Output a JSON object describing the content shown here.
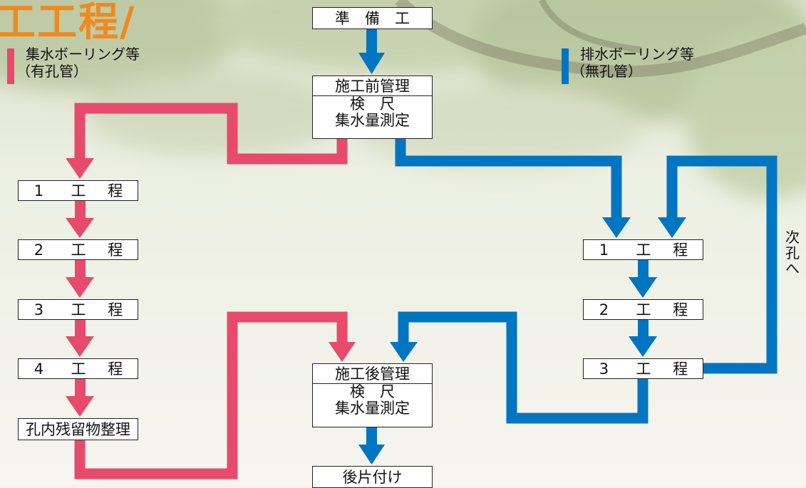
{
  "title_fragment": "工工程/",
  "colors": {
    "red": "#e84a6c",
    "blue": "#0075c2",
    "title": "#ef8a1e"
  },
  "legend": {
    "red": {
      "line1": "集水ボーリング等",
      "line2": "（有孔管）"
    },
    "blue": {
      "line1": "排水ボーリング等",
      "line2": "（無孔管）"
    }
  },
  "top": {
    "prep": "準　備　工"
  },
  "pre_mgmt": {
    "title": "施工前管理",
    "line1": "検　尺",
    "line2": "集水量測定"
  },
  "post_mgmt": {
    "title": "施工後管理",
    "line1": "検　尺",
    "line2": "集水量測定"
  },
  "cleanup": "後片付け",
  "left_steps": [
    {
      "num": "1",
      "k": "工",
      "t": "程"
    },
    {
      "num": "2",
      "k": "工",
      "t": "程"
    },
    {
      "num": "3",
      "k": "工",
      "t": "程"
    },
    {
      "num": "4",
      "k": "工",
      "t": "程"
    }
  ],
  "left_final": "孔内残留物整理",
  "right_steps": [
    {
      "num": "1",
      "k": "工",
      "t": "程"
    },
    {
      "num": "2",
      "k": "工",
      "t": "程"
    },
    {
      "num": "3",
      "k": "工",
      "t": "程"
    }
  ],
  "next_hole": [
    "次",
    "孔",
    "へ"
  ]
}
